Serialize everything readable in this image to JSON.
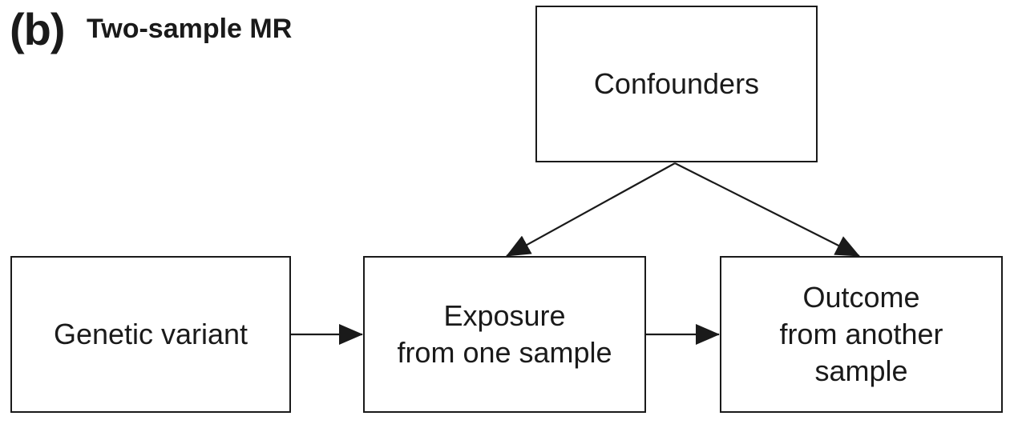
{
  "panel": {
    "label": "(b)",
    "title": "Two-sample MR"
  },
  "nodes": {
    "confounders": "Confounders",
    "genetic_variant": "Genetic variant",
    "exposure": "Exposure\nfrom one sample",
    "outcome": "Outcome\nfrom another\nsample"
  },
  "edges": [
    {
      "from": "genetic_variant",
      "to": "exposure"
    },
    {
      "from": "exposure",
      "to": "outcome"
    },
    {
      "from": "confounders",
      "to": "exposure"
    },
    {
      "from": "confounders",
      "to": "outcome"
    }
  ]
}
